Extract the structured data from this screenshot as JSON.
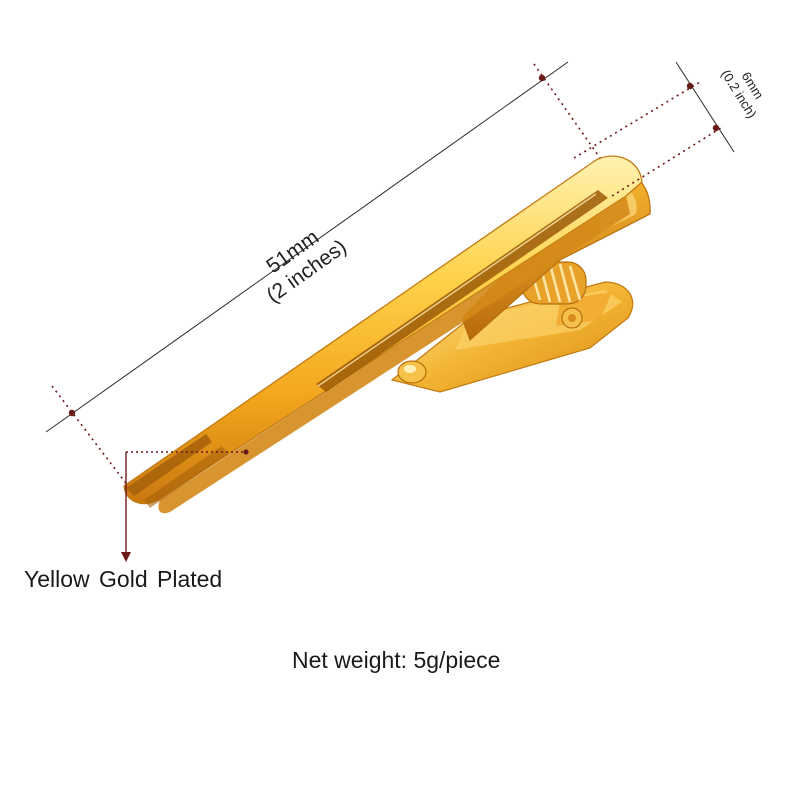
{
  "product": {
    "name_icon": "gold-tie-clip-image",
    "colors": {
      "gold_light": "#ffe58a",
      "gold_mid": "#f5b82a",
      "gold_dark": "#c77a10",
      "dimension_line": "#6b1a1a"
    }
  },
  "dimensions": {
    "length": {
      "value": "51mm",
      "alt": "(2 inches)"
    },
    "width": {
      "value": "6mm",
      "alt": "(0.2 inch)"
    }
  },
  "labels": {
    "finish": "Yellow Gold Plated",
    "net_weight": "Net weight: 5g/piece"
  }
}
